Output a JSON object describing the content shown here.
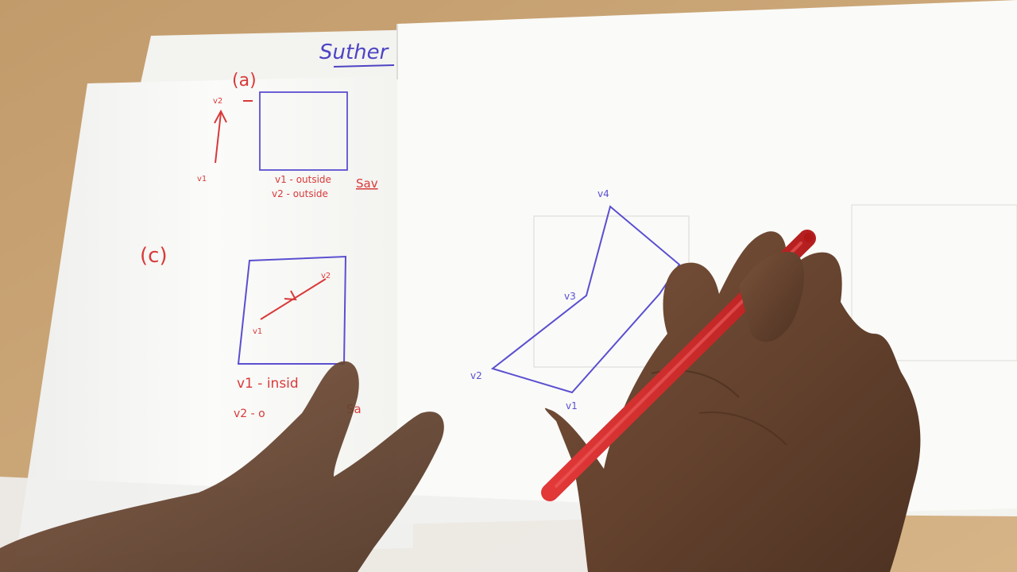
{
  "colors": {
    "table": "#c9a77a",
    "paper": "#f7f7f4",
    "blue_ink": "#5a4fd0",
    "red_ink": "#d83a3a",
    "marker": "#d52b2b",
    "skin": "#6b4630"
  },
  "sheet_title": "Suther",
  "case_a": {
    "label": "(a)",
    "v2": "v2",
    "v1": "v1",
    "note_1": "v1 - outside",
    "note_2": "v2 - outside",
    "note_3": "Sav"
  },
  "case_c": {
    "label": "(c)",
    "v2": "v2",
    "v1": "v1",
    "note_1": "v1 - insid",
    "note_2": "v2 - o",
    "note_3": "Sa"
  },
  "polygon": {
    "v4": "v4",
    "v3": "v3",
    "v2": "v2",
    "v1": "v1"
  }
}
